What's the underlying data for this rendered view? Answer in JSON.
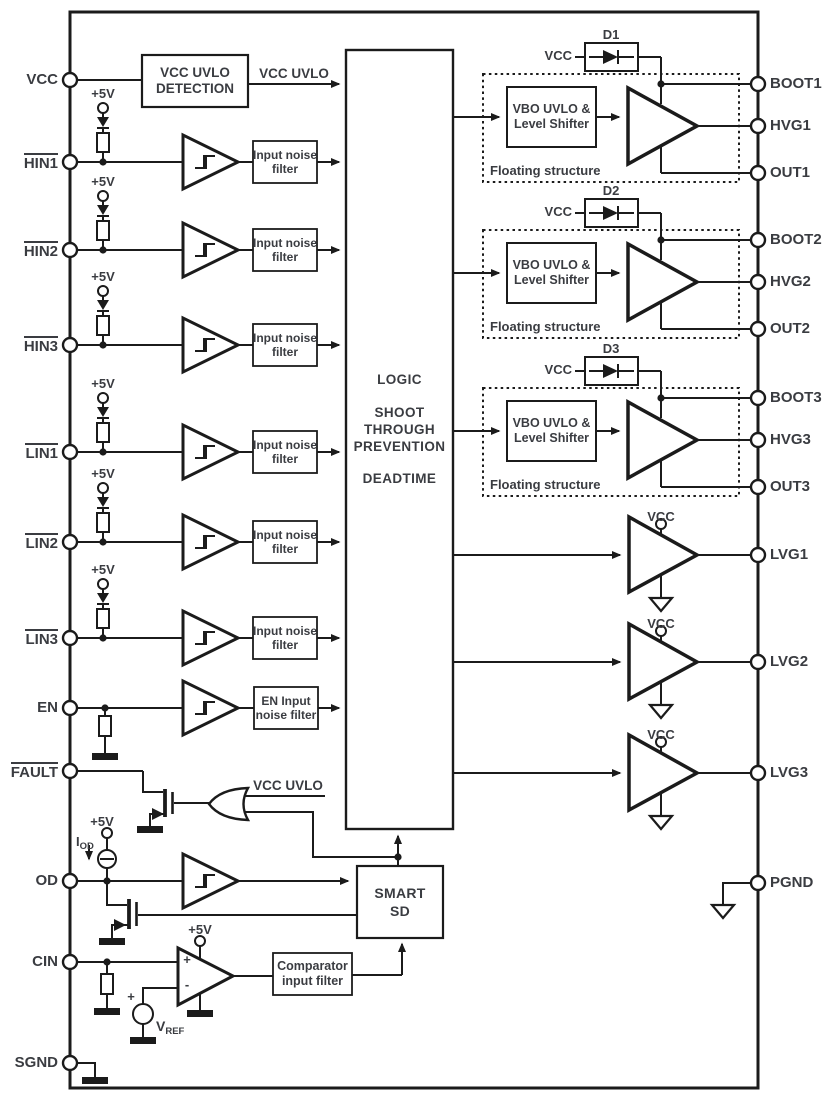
{
  "diagram": {
    "left_pins": [
      {
        "label": "VCC",
        "overline": false
      },
      {
        "label": "HIN1",
        "overline": true
      },
      {
        "label": "HIN2",
        "overline": true
      },
      {
        "label": "HIN3",
        "overline": true
      },
      {
        "label": "LIN1",
        "overline": true
      },
      {
        "label": "LIN2",
        "overline": true
      },
      {
        "label": "LIN3",
        "overline": true
      },
      {
        "label": "EN",
        "overline": false
      },
      {
        "label": "FAULT",
        "overline": true
      },
      {
        "label": "OD",
        "overline": false
      },
      {
        "label": "CIN",
        "overline": false
      },
      {
        "label": "SGND",
        "overline": false
      }
    ],
    "right_pins": [
      {
        "label": "BOOT1"
      },
      {
        "label": "HVG1"
      },
      {
        "label": "OUT1"
      },
      {
        "label": "BOOT2"
      },
      {
        "label": "HVG2"
      },
      {
        "label": "OUT2"
      },
      {
        "label": "BOOT3"
      },
      {
        "label": "HVG3"
      },
      {
        "label": "OUT3"
      },
      {
        "label": "LVG1"
      },
      {
        "label": "LVG2"
      },
      {
        "label": "LVG3"
      },
      {
        "label": "PGND"
      }
    ],
    "blocks": {
      "vcc_uvlo_detection": "VCC UVLO DETECTION",
      "input_noise_filter": "Input noise filter",
      "en_input_noise_filter": "EN Input noise filter",
      "logic_lines": [
        "LOGIC",
        "SHOOT",
        "THROUGH",
        "PREVENTION",
        "DEADTIME"
      ],
      "vbo_level_shifter": "VBO UVLO & Level Shifter",
      "floating_structure": "Floating structure",
      "smart_sd_lines": [
        "SMART",
        "SD"
      ],
      "comparator_input_filter": "Comparator input filter"
    },
    "labels": {
      "vcc_uvlo": "VCC UVLO",
      "plus5v": "+5V",
      "vcc": "VCC",
      "d": [
        "D1",
        "D2",
        "D3"
      ],
      "iod": {
        "base": "I",
        "sub": "OD"
      },
      "vref": {
        "base": "V",
        "sub": "REF"
      },
      "plus": "+",
      "minus": "-"
    },
    "colors": {
      "line": "#1b1b1b",
      "text": "#3a3c41",
      "background": "#ffffff"
    }
  }
}
